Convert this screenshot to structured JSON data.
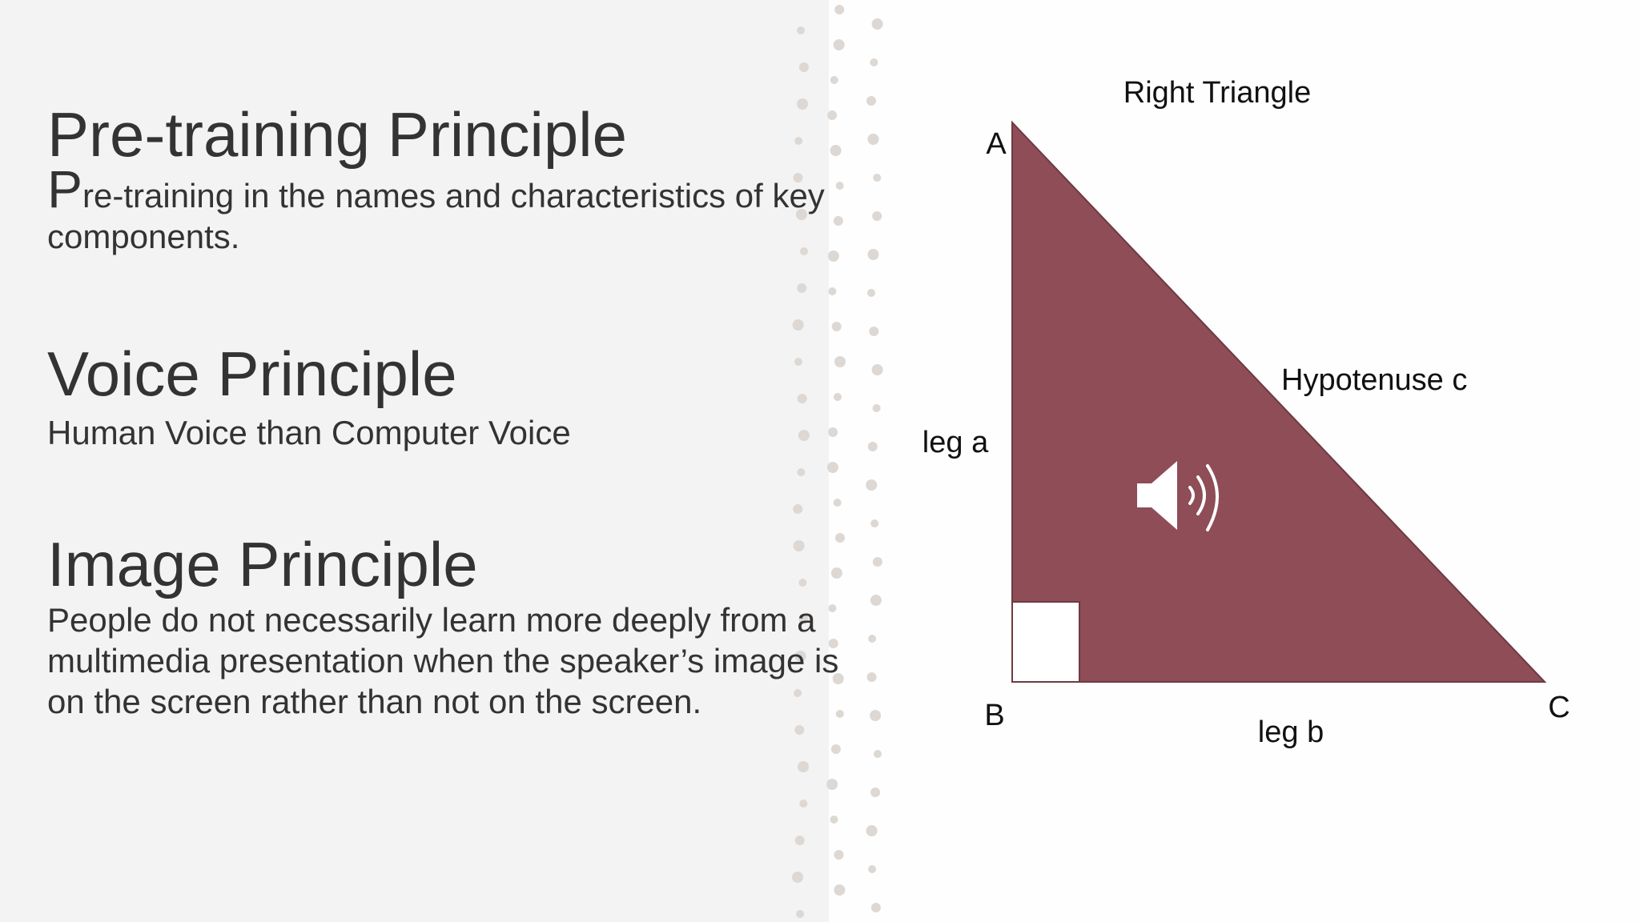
{
  "slide": {
    "colors": {
      "left_panel": "#f3f3f3",
      "background": "#fefefe",
      "triangle_fill": "#8e4d57",
      "text": "#333333"
    },
    "sections": [
      {
        "heading": "Pre-training Principle",
        "body_dropcap": "P",
        "body": "re-training in the names and characteristics of key components."
      },
      {
        "heading": "Voice Principle",
        "body": "Human Voice than Computer Voice"
      },
      {
        "heading": "Image Principle",
        "body": "People do not necessarily learn more deeply from a multimedia presentation when the speaker’s image is on the screen rather than not on the screen."
      }
    ]
  },
  "diagram": {
    "title": "Right Triangle",
    "vertex_a": "A",
    "vertex_b": "B",
    "vertex_c": "C",
    "leg_a": "leg a",
    "leg_b": "leg b",
    "hypotenuse": "Hypotenuse c",
    "audio_icon": "speaker-icon"
  }
}
